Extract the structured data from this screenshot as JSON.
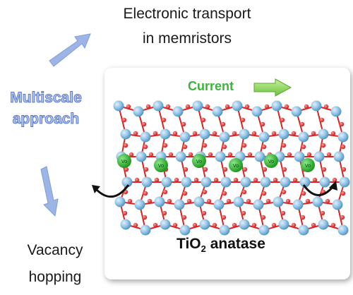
{
  "header": {
    "line1": "Electronic transport",
    "line2": "in memristors"
  },
  "left": {
    "multiscale_line1": "Multiscale",
    "multiscale_line2": "approach",
    "vacancy_line1": "Vacancy",
    "vacancy_line2": "hopping"
  },
  "panel": {
    "current_label": "Current",
    "material_prefix": "TiO",
    "material_sub": "2",
    "material_suffix": " anatase",
    "vacancy_symbol": "Vo"
  },
  "colors": {
    "arrow_blue": "#8fabe0",
    "current_green": "#3cb43c",
    "ti_atom": "#8ec3e6",
    "o_atom": "#e03030",
    "vacancy": "#2fbf2f"
  }
}
